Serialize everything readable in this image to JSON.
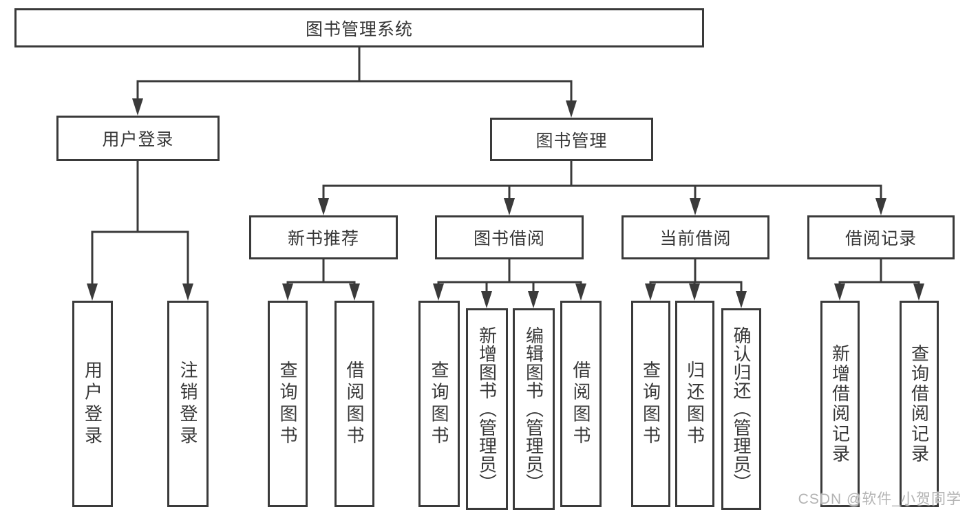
{
  "diagram": {
    "root": "图书管理系统",
    "level2": [
      "用户登录",
      "图书管理"
    ],
    "level3": [
      "新书推荐",
      "图书借阅",
      "当前借阅",
      "借阅记录"
    ],
    "leaves": {
      "user": [
        "用户登录",
        "注销登录"
      ],
      "new_books": [
        "查询图书",
        "借阅图书"
      ],
      "borrowing": [
        "查询图书",
        "新增图书（管理员）",
        "编辑图书（管理员）",
        "借阅图书"
      ],
      "current": [
        "查询图书",
        "归还图书",
        "确认归还（管理员）"
      ],
      "records": [
        "新增借阅记录",
        "查询借阅记录"
      ]
    }
  },
  "watermark": "CSDN @软件_小贺同学",
  "colors": {
    "line": "#3a3a3a",
    "text": "#373737",
    "watermark": "#b3b3b3"
  }
}
